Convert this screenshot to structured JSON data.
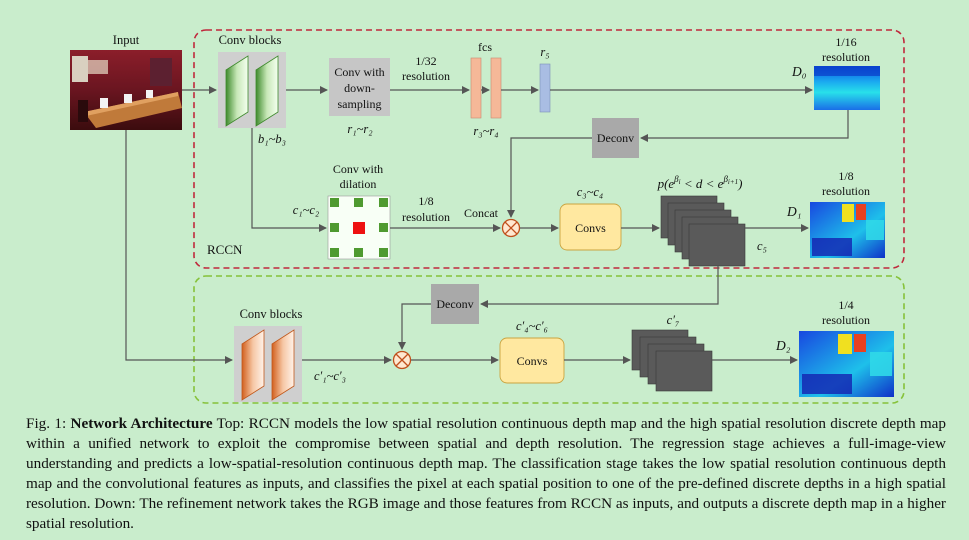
{
  "labels": {
    "input": "Input",
    "conv_blocks_top": "Conv blocks",
    "b1_b3": "b₁~b₃",
    "conv_down_1": "Conv with",
    "conv_down_2": "down-",
    "conv_down_3": "sampling",
    "r1_r2": "r₁~r₂",
    "res_1_32_a": "1/32",
    "res_1_32_b": "resolution",
    "fcs": "fcs",
    "r3_r4": "r₃~r₄",
    "r5": "r₅",
    "res_1_16_a": "1/16",
    "res_1_16_b": "resolution",
    "d0": "D₀",
    "deconv_top": "Deconv",
    "conv_dil_1": "Conv with",
    "conv_dil_2": "dilation",
    "c1_c2": "c₁~c₂",
    "res_1_8_a": "1/8",
    "res_1_8_b": "resolution",
    "concat": "Concat",
    "c3_c4": "c₃~c₄",
    "convs_top": "Convs",
    "prob": "p(e^βi < d < e^βi+1)",
    "c5": "c₅",
    "res_1_8_right_a": "1/8",
    "res_1_8_right_b": "resolution",
    "d1": "D₁",
    "rccn": "RCCN",
    "deconv_bottom": "Deconv",
    "conv_blocks_bottom": "Conv blocks",
    "c1p_c3p": "c′₁~c′₃",
    "c4p_c6p": "c′₄~c′₆",
    "convs_bottom": "Convs",
    "c7p": "c′₇",
    "res_1_4_a": "1/4",
    "res_1_4_b": "resolution",
    "d2": "D₂"
  },
  "caption": {
    "prefix": "Fig. 1:",
    "title": "Network Architecture",
    "body": "Top: RCCN models the low spatial resolution continuous depth map and the high spatial resolution discrete depth map within a unified network to exploit the compromise between spatial and depth resolution. The regression stage achieves a full-image-view understanding and predicts a low-spatial-resolution continuous depth map. The classification stage takes the low spatial resolution continuous depth map and the convolutional features as inputs, and classifies the pixel at each spatial position to one of the pre-defined discrete depths in a high spatial resolution. Down: The refinement network takes the RGB image and those features from RCCN as inputs, and outputs a discrete depth map in a higher spatial resolution."
  },
  "colors": {
    "rccn_border": "#c0283c",
    "refine_border": "#86c23a",
    "convs_fill": "#ffe8a0",
    "deconv_fill": "#a9a9a9",
    "fc_fill": "#f5b898",
    "r5_fill": "#a9bde3",
    "dilation_center": "#ee1111",
    "dilation_cells": "#4f9a30"
  }
}
